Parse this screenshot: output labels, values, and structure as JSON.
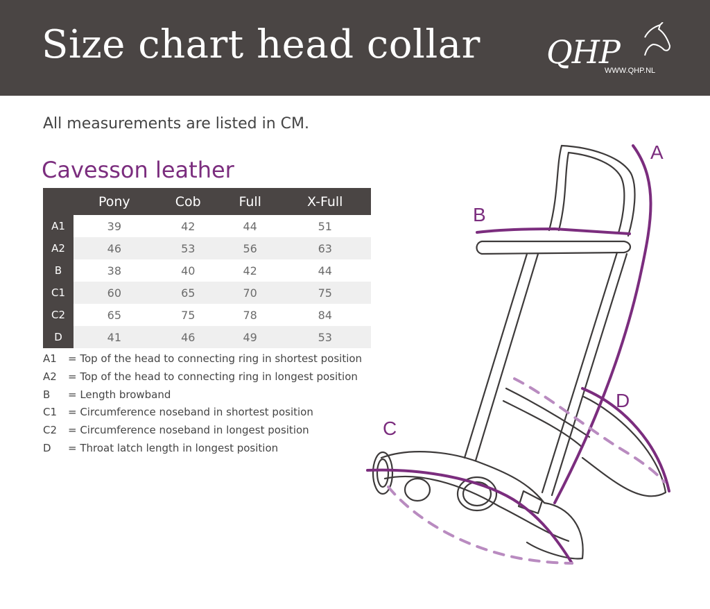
{
  "header": {
    "title": "Size chart head collar",
    "logo_text": "QHP",
    "logo_url": "WWW.QHP.NL"
  },
  "intro": "All measurements are listed in CM.",
  "section_title": "Cavesson leather",
  "table": {
    "columns": [
      "Pony",
      "Cob",
      "Full",
      "X-Full"
    ],
    "rows": [
      {
        "label": "A1",
        "values": [
          "39",
          "42",
          "44",
          "51"
        ]
      },
      {
        "label": "A2",
        "values": [
          "46",
          "53",
          "56",
          "63"
        ]
      },
      {
        "label": "B",
        "values": [
          "38",
          "40",
          "42",
          "44"
        ]
      },
      {
        "label": "C1",
        "values": [
          "60",
          "65",
          "70",
          "75"
        ]
      },
      {
        "label": "C2",
        "values": [
          "65",
          "75",
          "78",
          "84"
        ]
      },
      {
        "label": "D",
        "values": [
          "41",
          "46",
          "49",
          "53"
        ]
      }
    ]
  },
  "legend": [
    {
      "code": "A1",
      "text": "= Top of the head to connecting ring in shortest position"
    },
    {
      "code": "A2",
      "text": "= Top of the head to connecting ring in longest position"
    },
    {
      "code": "B",
      "text": "= Length browband"
    },
    {
      "code": "C1",
      "text": "= Circumference noseband in shortest position"
    },
    {
      "code": "C2",
      "text": "= Circumference noseband in longest position"
    },
    {
      "code": "D",
      "text": "= Throat latch length in longest position"
    }
  ],
  "diagram": {
    "labels": {
      "a": "A",
      "b": "B",
      "c": "C",
      "d": "D"
    }
  },
  "colors": {
    "header_bg": "#4a4544",
    "accent": "#7b2d7e",
    "accent_light": "#b98bc0",
    "row_shade": "#efefef"
  },
  "icons": {
    "logo_mark": "horse-head-icon"
  }
}
